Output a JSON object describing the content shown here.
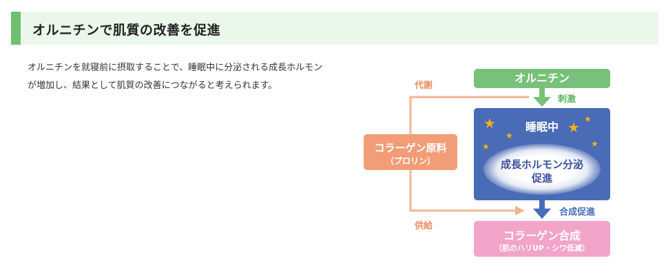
{
  "section": {
    "title": "オルニチンで肌質の改善を促進",
    "body": "オルニチンを就寝前に摂取することで、睡眠中に分泌される成長ホルモンが増加し、結果として肌質の改善につながると考えられます。"
  },
  "diagram": {
    "ornithine": "オルニチン",
    "stimulus": "刺激",
    "sleep": "睡眠中",
    "hormone_line1": "成長ホルモン分泌",
    "hormone_line2": "促進",
    "synthesis_promotion": "合成促進",
    "collagen_raw": "コラーゲン原料",
    "collagen_raw_sub": "（プロリン）",
    "metabolism": "代謝",
    "supply": "供給",
    "collagen_synthesis": "コラーゲン合成",
    "collagen_synthesis_sub": "（肌のハリUP・シワ低減）"
  },
  "colors": {
    "green": "#77c17a",
    "blue": "#4a6bb5",
    "orange": "#f19d77",
    "pink": "#f2a4c9",
    "star": "#f2b21c"
  }
}
